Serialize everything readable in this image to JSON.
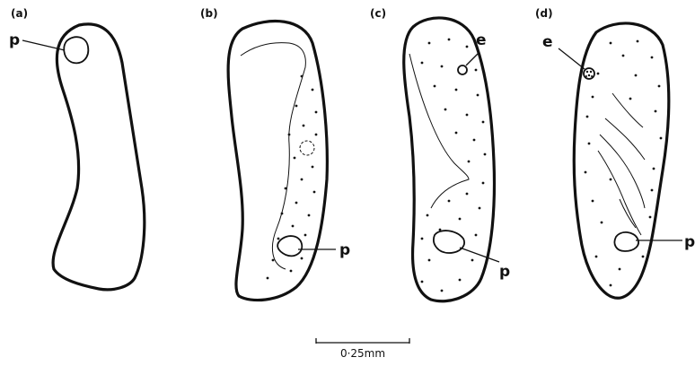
{
  "panels": [
    {
      "label": "(a)",
      "markers": [
        "p"
      ]
    },
    {
      "label": "(b)",
      "markers": [
        "p"
      ]
    },
    {
      "label": "(c)",
      "markers": [
        "e",
        "p"
      ]
    },
    {
      "label": "(d)",
      "markers": [
        "e",
        "p"
      ]
    }
  ],
  "scale_bar": {
    "label": "0·25mm"
  }
}
